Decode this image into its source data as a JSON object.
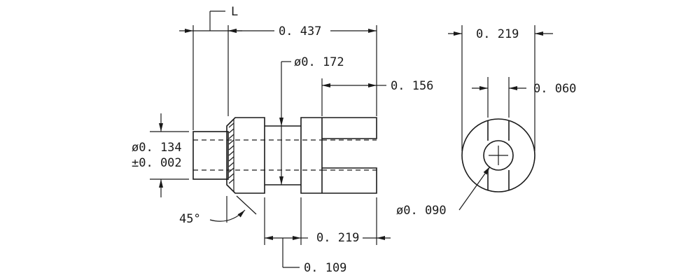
{
  "labels": {
    "length_L": "L",
    "overall_length": "0. 437",
    "waist_diameter": "ø0. 172",
    "slot_depth": "0. 156",
    "shank_diameter": "ø0. 134",
    "shank_tolerance": "±0. 002",
    "chamfer_angle": "45°",
    "head_length": "0. 219",
    "collar_length": "0. 109",
    "end_diameter": "0. 219",
    "slot_width": "0. 060",
    "bore_diameter": "ø0. 090"
  }
}
